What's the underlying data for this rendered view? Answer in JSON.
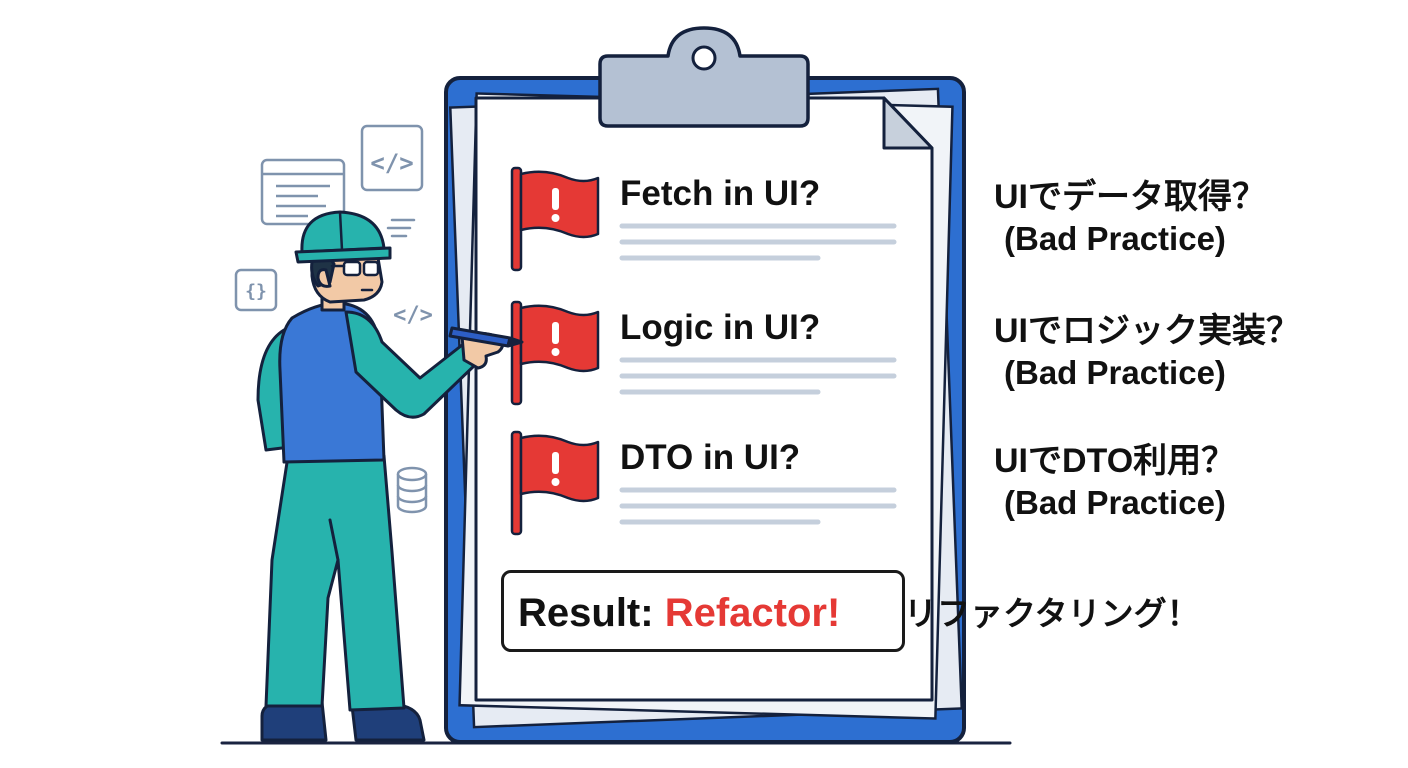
{
  "checklist": {
    "items": [
      {
        "label": "Fetch in UI?",
        "jp_title": "UIでデータ取得？",
        "jp_note": "(Bad Practice)"
      },
      {
        "label": "Logic in UI?",
        "jp_title": "UIでロジック実装？",
        "jp_note": "(Bad Practice)"
      },
      {
        "label": "DTO in UI?",
        "jp_title": "UIでDTO利用？",
        "jp_note": "(Bad Practice)"
      }
    ],
    "result": {
      "prefix": "Result: ",
      "value": "Refactor!",
      "jp": "リファクタリング！"
    }
  },
  "colors": {
    "clipboard_blue": "#2d6fd1",
    "flag_red": "#e53935",
    "teal": "#27b3ad",
    "vest_blue": "#3a78d6",
    "clip_grey": "#b4c1d3",
    "text_lines": "#c5cfdc"
  },
  "icons": [
    "flag-icon",
    "code-window-icon",
    "code-tag-icon",
    "curly-braces-icon",
    "database-icon",
    "marker-pen-icon",
    "clipboard-icon",
    "engineer-illustration"
  ]
}
